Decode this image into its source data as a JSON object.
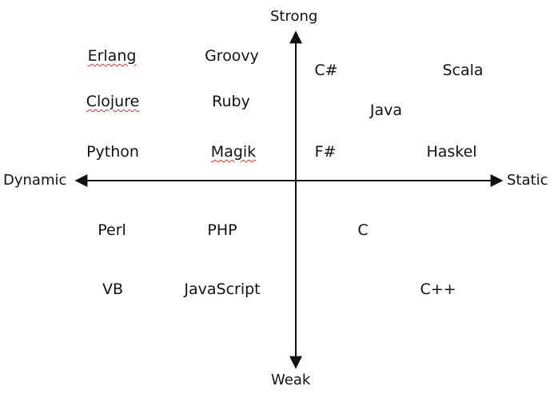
{
  "axes": {
    "top": "Strong",
    "bottom": "Weak",
    "left": "Dynamic",
    "right": "Static"
  },
  "languages": {
    "erlang": "Erlang",
    "groovy": "Groovy",
    "csharp": "C#",
    "scala": "Scala",
    "clojure": "Clojure",
    "ruby": "Ruby",
    "java": "Java",
    "python": "Python",
    "magik": "Magik",
    "fsharp": "F#",
    "haskel": "Haskel",
    "perl": "Perl",
    "php": "PHP",
    "c": "C",
    "vb": "VB",
    "javascript": "JavaScript",
    "cpp": "C++"
  },
  "spellcheck_color": "#d8352f"
}
